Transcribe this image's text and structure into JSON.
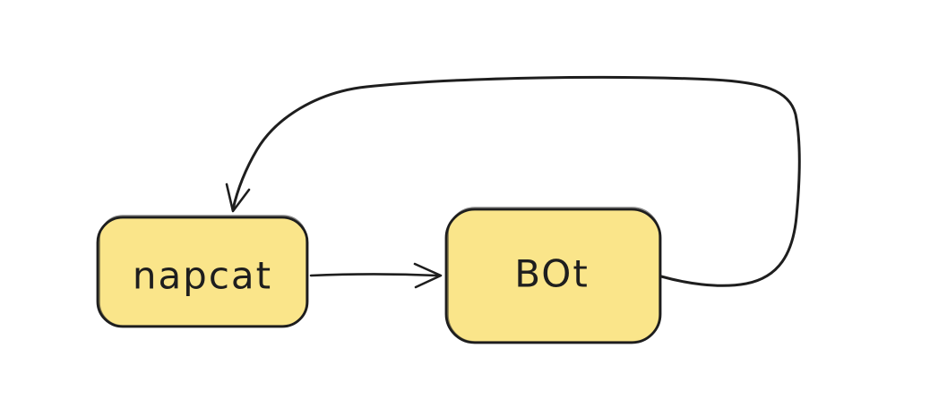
{
  "diagram": {
    "type": "hand-drawn-flow-diagram",
    "background_color": "#ffffff",
    "stroke_color": "#1e1e1e",
    "node_fill_color": "#fae58a",
    "nodes": [
      {
        "id": "napcat",
        "label": "napcat"
      },
      {
        "id": "bot",
        "label": "BOt"
      }
    ],
    "edges": [
      {
        "from": "napcat",
        "to": "bot",
        "shape": "straight-arrow-right"
      },
      {
        "from": "bot",
        "to": "napcat",
        "shape": "curved-loop-over-top"
      }
    ]
  }
}
